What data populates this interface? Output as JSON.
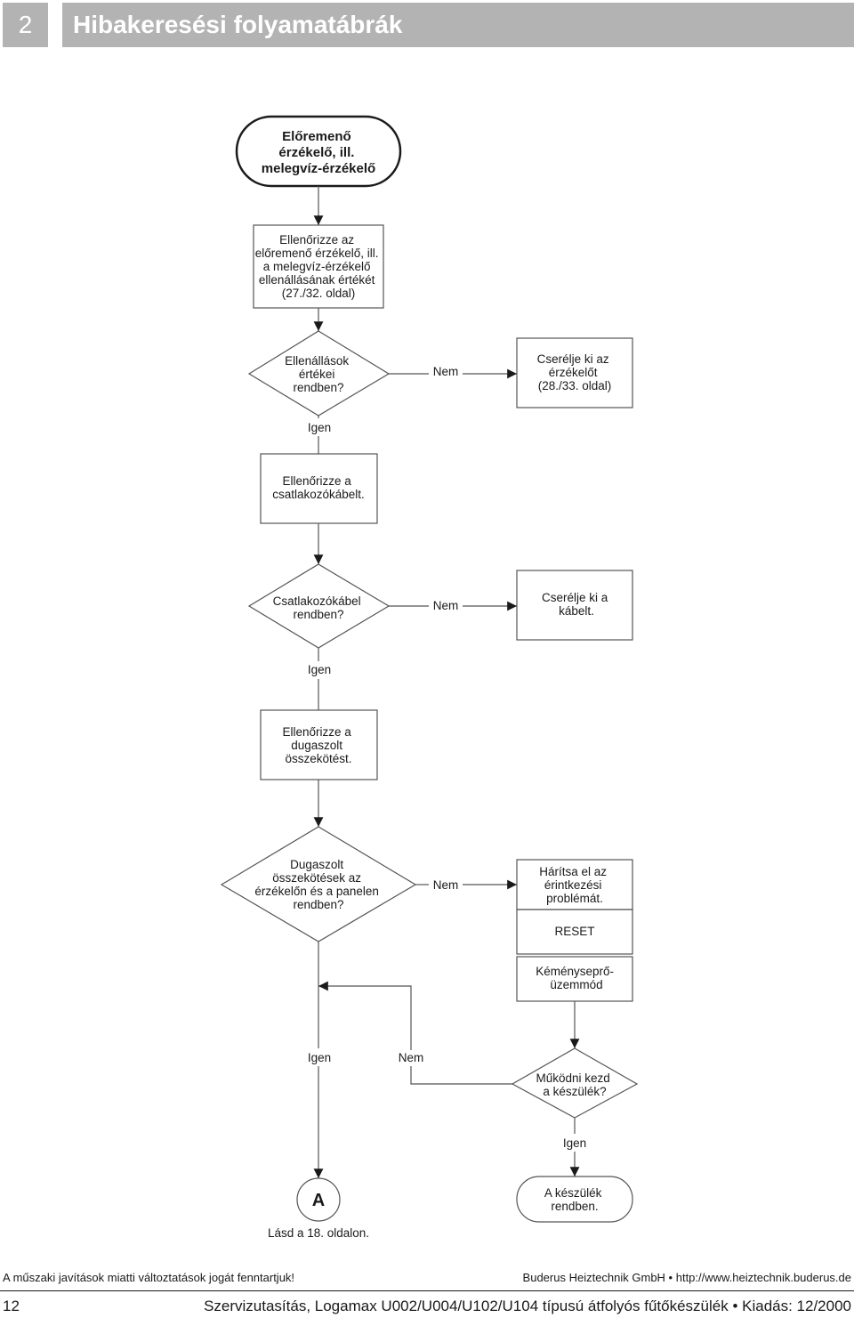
{
  "header": {
    "chapter_number": "2",
    "title": "Hibakeresési folyamatábrák"
  },
  "flow": {
    "start": {
      "lines": [
        "Előremenő",
        "érzékelő, ill.",
        "melegvíz-érzékelő"
      ]
    },
    "check_resistance": {
      "lines": [
        "Ellenőrizze az",
        "előremenő érzékelő, ill.",
        "a melegvíz-érzékelő",
        "ellenállásának értékét",
        "(27./32. oldal)"
      ]
    },
    "decision_resistance": {
      "lines": [
        "Ellenállások",
        "értékei",
        "rendben?"
      ]
    },
    "replace_sensor": {
      "lines": [
        "Cserélje ki az",
        "érzékelőt",
        "(28./33. oldal)"
      ]
    },
    "check_cable": {
      "lines": [
        "Ellenőrizze a",
        "csatlakozókábelt."
      ]
    },
    "decision_cable": {
      "lines": [
        "Csatlakozókábel",
        "rendben?"
      ]
    },
    "replace_cable": {
      "lines": [
        "Cserélje ki a",
        "kábelt."
      ]
    },
    "check_plug": {
      "lines": [
        "Ellenőrizze a",
        "dugaszolt",
        "összekötést."
      ]
    },
    "decision_plug": {
      "lines": [
        "Dugaszolt",
        "összekötések az",
        "érzékelőn és a panelen",
        "rendben?"
      ]
    },
    "fix_contact": {
      "lines": [
        "Hárítsa el az",
        "érintkezési",
        "problémát."
      ]
    },
    "reset": {
      "lines": [
        "RESET"
      ]
    },
    "chimney_mode": {
      "lines": [
        "Kéményseprő-",
        "üzemmód"
      ]
    },
    "decision_works": {
      "lines": [
        "Működni kezd",
        "a készülék?"
      ]
    },
    "device_ok": {
      "lines": [
        "A készülék",
        "rendben."
      ]
    },
    "connector": {
      "label": "A",
      "note": "Lásd a 18. oldalon."
    },
    "labels": {
      "no": "Nem",
      "yes": "Igen"
    }
  },
  "footer": {
    "left_note": "A műszaki javítások miatti változtatások jogát fenntartjuk!",
    "right_note": "Buderus Heiztechnik GmbH • http://www.heiztechnik.buderus.de",
    "page_number": "12",
    "document": "Szervizutasítás, Logamax U002/U004/U102/U104 típusú átfolyós fűtőkészülék • Kiadás: 12/2000"
  }
}
